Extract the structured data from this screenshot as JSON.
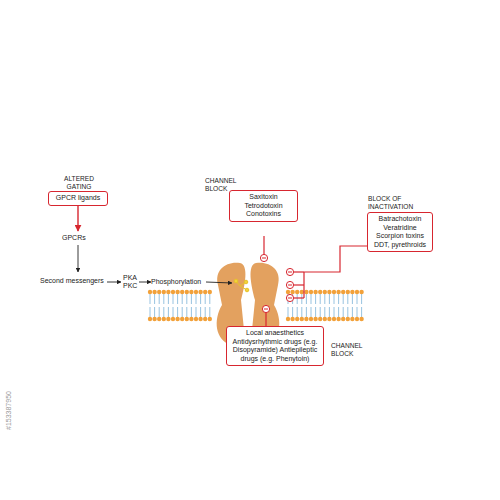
{
  "diagram": {
    "nodes": [
      {
        "text": [
          "CHANNEL BLOCK",
          "Saxitoxin Tetrodotoxin Conotoxins"
        ]
      },
      {
        "text": [
          "ALTERED GATING",
          "GPCR ligands"
        ]
      },
      {
        "text": [
          "BLOCK OF INACTIVATION",
          "Batrachotoxin Veratridine Scorpion toxins DDT, pyrethroids"
        ]
      },
      {
        "text": [
          "CHANNEL BLOCK",
          "Local anaesthetics Antidysrhythmic drugs (e.g. Disopyramide) Antiepileptic drugs (e.g. Phenytoin)"
        ]
      }
    ],
    "labels": [
      "GPCRs",
      "Second messengers",
      "PKA PKC",
      "Phosphorylation",
      "#153387950"
    ]
  }
}
